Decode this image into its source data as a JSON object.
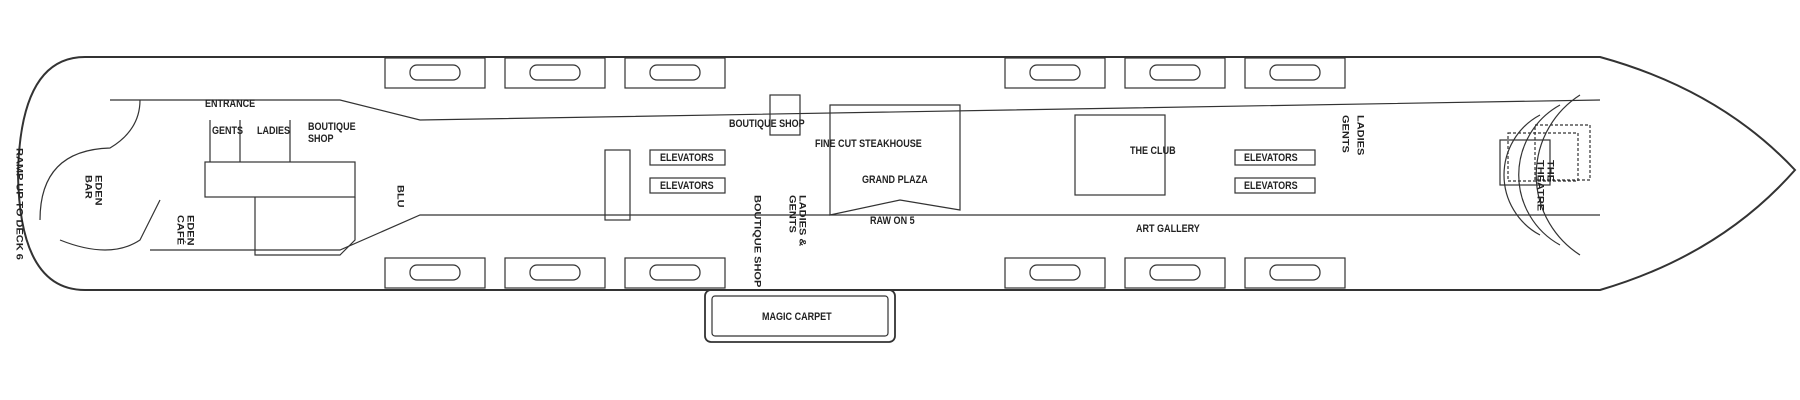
{
  "deck_plan": {
    "labels": {
      "entrance": "ENTRANCE",
      "gents_fwd": "GENTS",
      "ladies_fwd": "LADIES",
      "boutique_shop_1": "BOUTIQUE SHOP",
      "boutique_shop_2": "BOUTIQUE SHOP",
      "boutique_shop_3": "BOUTIQUE SHOP",
      "fine_cut": "FINE CUT STEAKHOUSE",
      "grand_plaza": "GRAND PLAZA",
      "elevators_1": "ELEVATORS",
      "elevators_2": "ELEVATORS",
      "elevators_3": "ELEVATORS",
      "elevators_4": "ELEVATORS",
      "ladies_gents": "LADIES & GENTS",
      "raw_on_5": "RAW ON 5",
      "magic_carpet": "MAGIC CARPET",
      "the_club": "THE CLUB",
      "art_gallery": "ART GALLERY",
      "gents_aft": "GENTS",
      "ladies_aft": "LADIES",
      "the_theatre": "THE THEATRE",
      "eden_bar": "EDEN BAR",
      "eden_cafe": "EDEN CAFÉ",
      "blu": "BLU",
      "ramp": "RAMP UP TO DECK 6"
    }
  }
}
